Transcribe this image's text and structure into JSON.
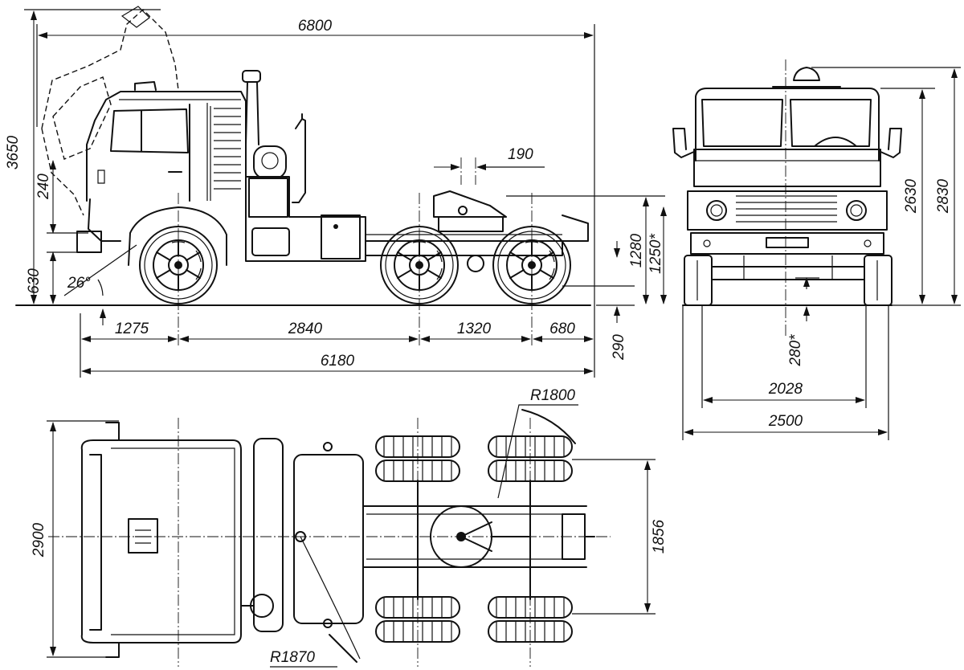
{
  "dimensions": {
    "overall_length": "6800",
    "overall_height": "3650",
    "tilt_offset": "240",
    "bumper_height": "630",
    "approach_angle": "26°",
    "front_overhang": "1275",
    "wheelbase": "2840",
    "rear_axle_spacing": "1320",
    "rear_overhang": "680",
    "frame_length": "6180",
    "frame_height": "290",
    "fifth_wheel_offset": "190",
    "fifth_wheel_height_loaded": "1280",
    "fifth_wheel_height_unloaded": "1250*",
    "front_height": "2630",
    "front_height_beacon": "2830",
    "ground_clearance": "280*",
    "track_width": "2028",
    "overall_width": "2500",
    "plan_width": "2900",
    "rear_track": "1856",
    "turn_radius_front": "R1870",
    "turn_radius_rear": "R1800"
  }
}
